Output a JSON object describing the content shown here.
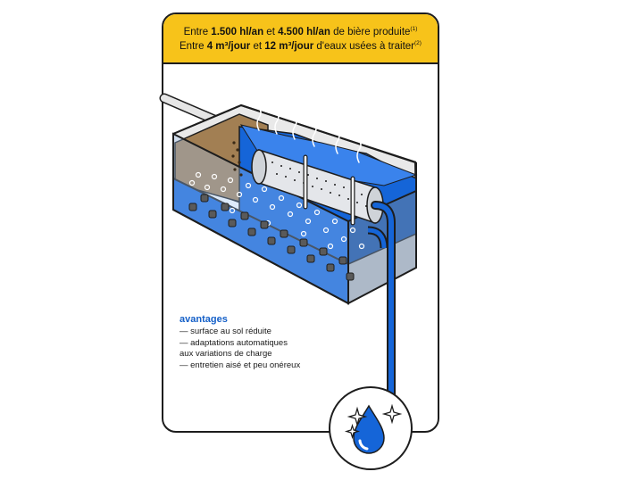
{
  "header": {
    "line1_pre": "Entre ",
    "line1_b1": "1.500 hl/an",
    "line1_mid": " et ",
    "line1_b2": "4.500 hl/an",
    "line1_post": " de bière produite",
    "line1_sup": "(1)",
    "line2_pre": "Entre ",
    "line2_b1": "4 m³/jour",
    "line2_mid": " et ",
    "line2_b2": "12 m³/jour",
    "line2_post": " d'eaux usées à traiter",
    "line2_sup": "(2)"
  },
  "advantages": {
    "title": "avantages",
    "items": [
      "— surface au sol réduite",
      "— adaptations automatiques\n   aux variations de charge",
      "— entretien aisé et peu onéreux"
    ]
  },
  "colors": {
    "header_bg": "#f7c31a",
    "water_blue": "#1565d8",
    "sludge_brown": "#a27f53",
    "outline": "#1d1d1d",
    "accent_text": "#1560c8"
  },
  "icons": [
    "water-drop-icon",
    "sparkle-icon",
    "diffuser-icon",
    "pipe-icon"
  ]
}
